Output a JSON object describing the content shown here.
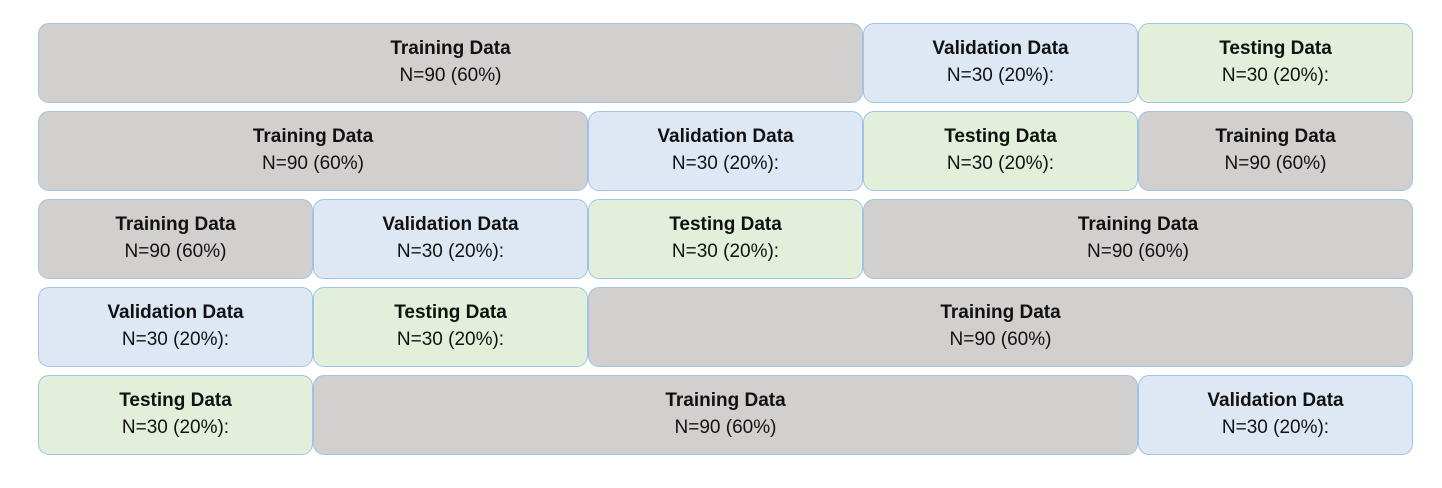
{
  "rows": [
    {
      "blocks": [
        {
          "kind": "training",
          "span": 3,
          "name": "Training Data",
          "count": "N=90 (60%)"
        },
        {
          "kind": "validation",
          "span": 1,
          "name": "Validation Data",
          "count": "N=30 (20%):"
        },
        {
          "kind": "testing",
          "span": 1,
          "name": "Testing Data",
          "count": "N=30 (20%):"
        }
      ]
    },
    {
      "blocks": [
        {
          "kind": "training",
          "span": 2,
          "name": "Training Data",
          "count": "N=90 (60%)"
        },
        {
          "kind": "validation",
          "span": 1,
          "name": "Validation Data",
          "count": "N=30 (20%):"
        },
        {
          "kind": "testing",
          "span": 1,
          "name": "Testing Data",
          "count": "N=30 (20%):"
        },
        {
          "kind": "training",
          "span": 1,
          "name": "Training Data",
          "count": "N=90 (60%)"
        }
      ]
    },
    {
      "blocks": [
        {
          "kind": "training",
          "span": 1,
          "name": "Training Data",
          "count": "N=90 (60%)"
        },
        {
          "kind": "validation",
          "span": 1,
          "name": "Validation Data",
          "count": "N=30 (20%):"
        },
        {
          "kind": "testing",
          "span": 1,
          "name": "Testing Data",
          "count": "N=30 (20%):"
        },
        {
          "kind": "training",
          "span": 2,
          "name": "Training Data",
          "count": "N=90 (60%)"
        }
      ]
    },
    {
      "blocks": [
        {
          "kind": "validation",
          "span": 1,
          "name": "Validation Data",
          "count": "N=30 (20%):"
        },
        {
          "kind": "testing",
          "span": 1,
          "name": "Testing Data",
          "count": "N=30 (20%):"
        },
        {
          "kind": "training",
          "span": 3,
          "name": "Training Data",
          "count": "N=90 (60%)"
        }
      ]
    },
    {
      "blocks": [
        {
          "kind": "testing",
          "span": 1,
          "name": "Testing Data",
          "count": "N=30 (20%):"
        },
        {
          "kind": "training",
          "span": 3,
          "name": "Training Data",
          "count": "N=90 (60%)"
        },
        {
          "kind": "validation",
          "span": 1,
          "name": "Validation Data",
          "count": "N=30 (20%):"
        }
      ]
    }
  ]
}
